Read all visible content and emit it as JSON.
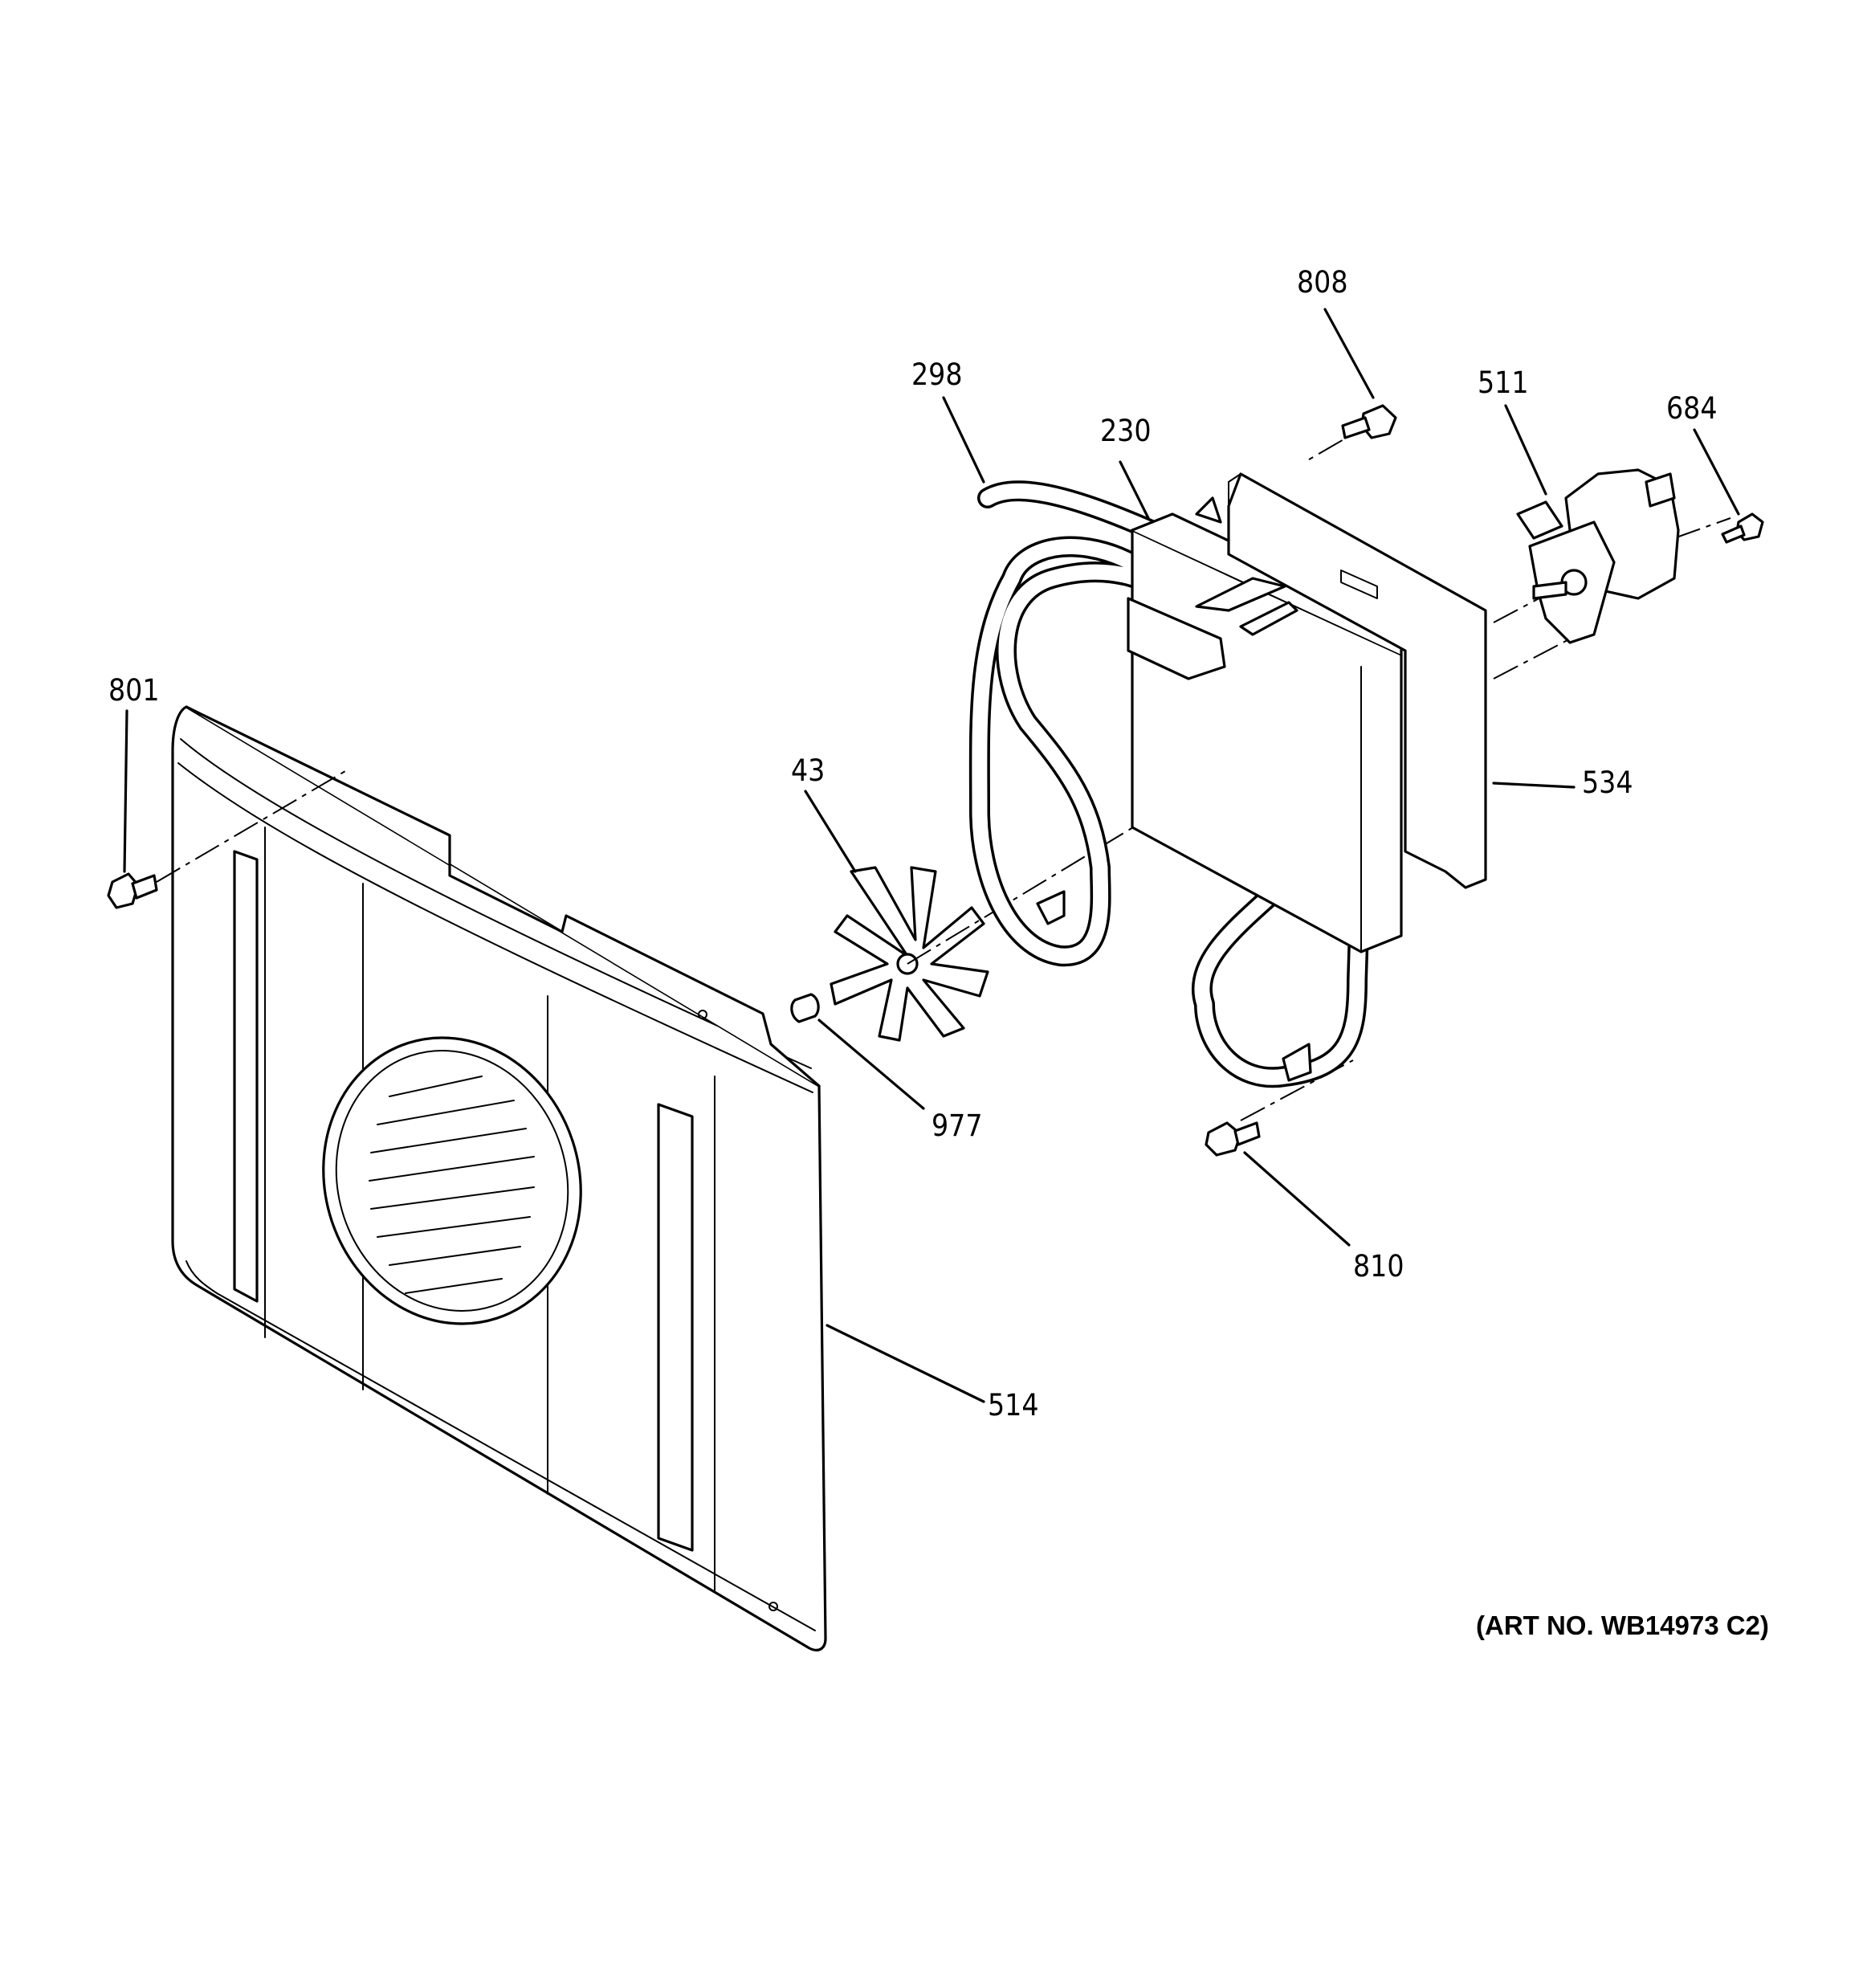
{
  "labels": {
    "p808": "808",
    "p298": "298",
    "p230": "230",
    "p511": "511",
    "p684": "684",
    "p801": "801",
    "p43": "43",
    "p534": "534",
    "p977": "977",
    "p810": "810",
    "p514": "514"
  },
  "art_number": "(ART NO. WB14973 C2)"
}
